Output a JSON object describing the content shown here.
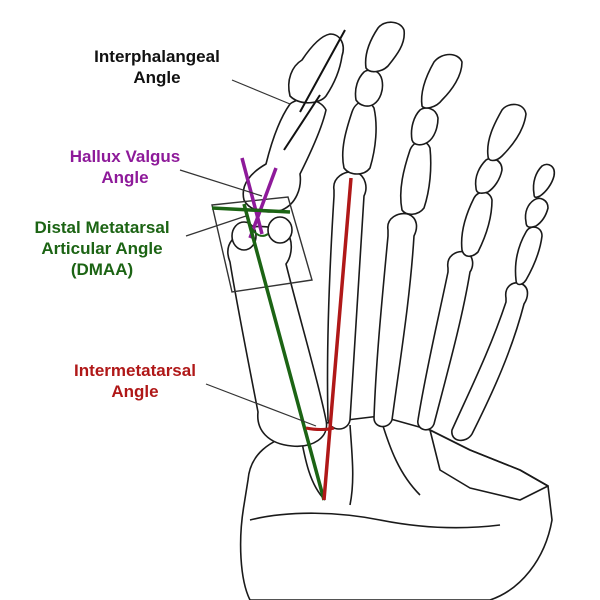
{
  "colors": {
    "interphalangeal": "#111111",
    "hallux_valgus": "#8e1a9a",
    "dmaa": "#1c6414",
    "intermetatarsal": "#b01818",
    "bone_outline": "#1a1a1a"
  },
  "labels": {
    "interphalangeal": {
      "line1": "Interphalangeal",
      "line2": "Angle"
    },
    "hallux_valgus": {
      "line1": "Hallux Valgus",
      "line2": "Angle"
    },
    "dmaa": {
      "line1": "Distal Metatarsal",
      "line2": "Articular Angle",
      "line3": "(DMAA)"
    },
    "intermetatarsal": {
      "line1": "Intermetatarsal",
      "line2": "Angle"
    }
  }
}
